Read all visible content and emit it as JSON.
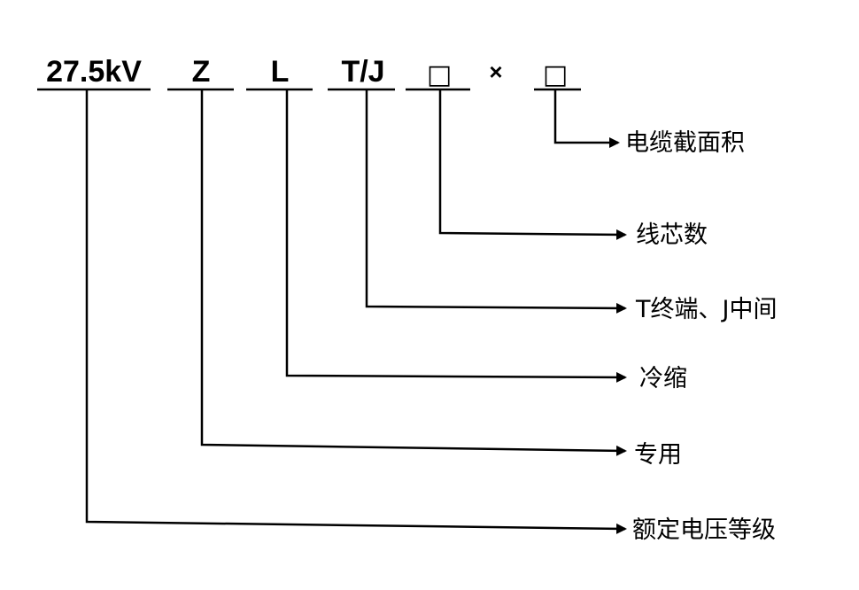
{
  "code": {
    "voltage": "27.5kV",
    "z": "Z",
    "l": "L",
    "tj": "T/J",
    "box1": "□",
    "times": "×",
    "box2": "□"
  },
  "labels": {
    "cross_section": "电缆截面积",
    "cores": "线芯数",
    "type": "T终端、J中间",
    "cold_shrink": "冷缩",
    "dedicated": "专用",
    "rated_voltage": "额定电压等级"
  }
}
